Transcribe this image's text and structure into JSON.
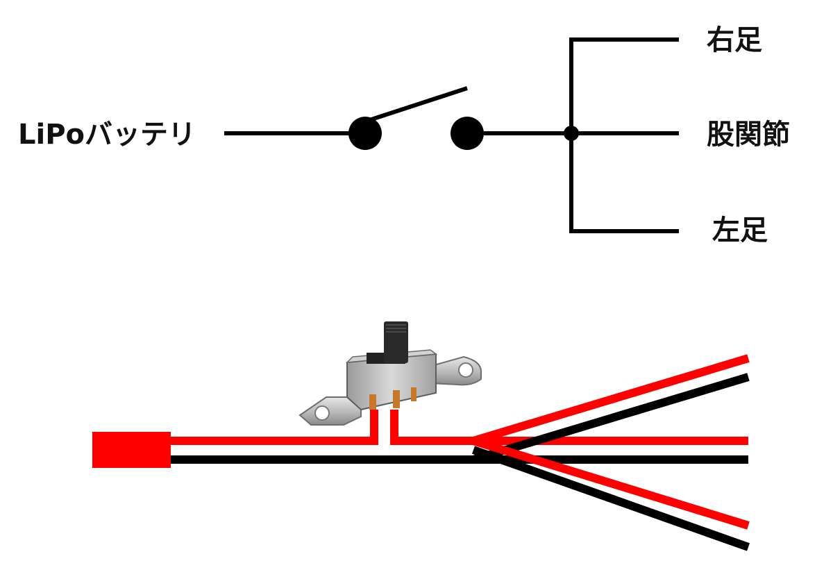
{
  "schematic": {
    "source_label": "LiPoバッテリ",
    "outputs": [
      {
        "label": "右足"
      },
      {
        "label": "股関節"
      },
      {
        "label": "左足"
      }
    ]
  },
  "colors": {
    "line": "#000000",
    "wire_red": "#ff0000",
    "wire_black": "#000000",
    "connector": "#ff0000",
    "switch_body": "#c8c8c8",
    "switch_knob": "#2a2a2a",
    "pin": "#c8782a"
  },
  "icons": {
    "switch_photo": "slide-switch-icon",
    "connector": "jst-connector-icon"
  }
}
